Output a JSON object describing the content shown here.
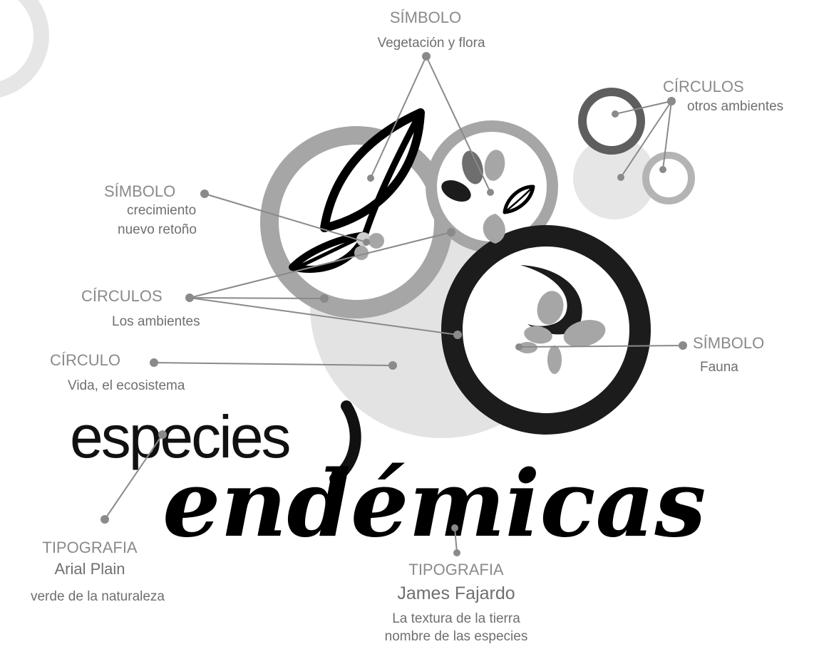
{
  "logo": {
    "word_top": "especies",
    "word_bottom": "endémicas"
  },
  "annotations": {
    "simbolo_flora": {
      "title": "SÍMBOLO",
      "subtitle": "Vegetación y flora"
    },
    "circulos_otros": {
      "title": "CÍRCULOS",
      "subtitle": "otros ambientes"
    },
    "simbolo_crecimiento": {
      "title": "SÍMBOLO",
      "line1": "crecimiento",
      "line2": "nuevo retoño"
    },
    "circulos_ambientes": {
      "title": "CÍRCULOS",
      "subtitle": "Los ambientes"
    },
    "circulo_vida": {
      "title": "CÍRCULO",
      "subtitle": "Vida, el ecosistema"
    },
    "simbolo_fauna": {
      "title": "SÍMBOLO",
      "subtitle": "Fauna"
    },
    "tipografia_arial": {
      "title": "TIPOGRAFIA",
      "font": "Arial Plain",
      "note": "verde de la naturaleza"
    },
    "tipografia_james": {
      "title": "TIPOGRAFIA",
      "font": "James Fajardo",
      "line1": "La textura de la tierra",
      "line2": "nombre de las especies"
    }
  },
  "colors": {
    "background": "#ffffff",
    "light_gray": "#e3e3e3",
    "mid_gray": "#a6a6a6",
    "dark_gray": "#666666",
    "black": "#1c1c1c",
    "label_gray": "#8a8a8a"
  }
}
